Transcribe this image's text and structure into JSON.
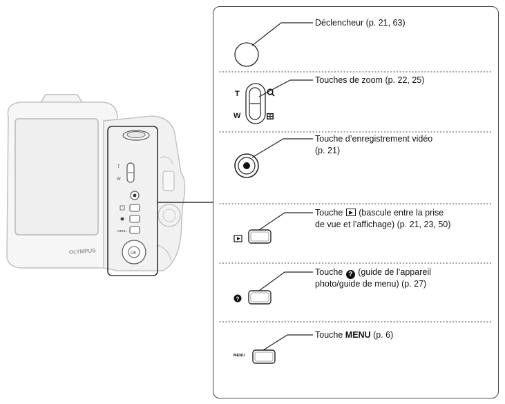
{
  "camera": {
    "brand": "OLYMPUS",
    "tele": "T",
    "wide": "W",
    "ok": "OK",
    "menu": "MENU"
  },
  "items": [
    {
      "label": "Déclencheur (p. 21, 63)"
    },
    {
      "label": "Touches de zoom (p. 22, 25)",
      "tele": "T",
      "wide": "W"
    },
    {
      "label_line1": "Touche d’enregistrement vidéo",
      "label_line2": "(p. 21)"
    },
    {
      "pre": "Touche ",
      "post": " (bascule entre la prise",
      "label_line2": "de vue et l’affichage) (p. 21, 23, 50)"
    },
    {
      "pre": "Touche ",
      "post": " (guide de l’appareil",
      "label_line2": "photo/guide de menu) (p. 27)"
    },
    {
      "pre": "Touche ",
      "bold": "MENU",
      "post": " (p. 6)",
      "button_label": "MENU"
    }
  ]
}
